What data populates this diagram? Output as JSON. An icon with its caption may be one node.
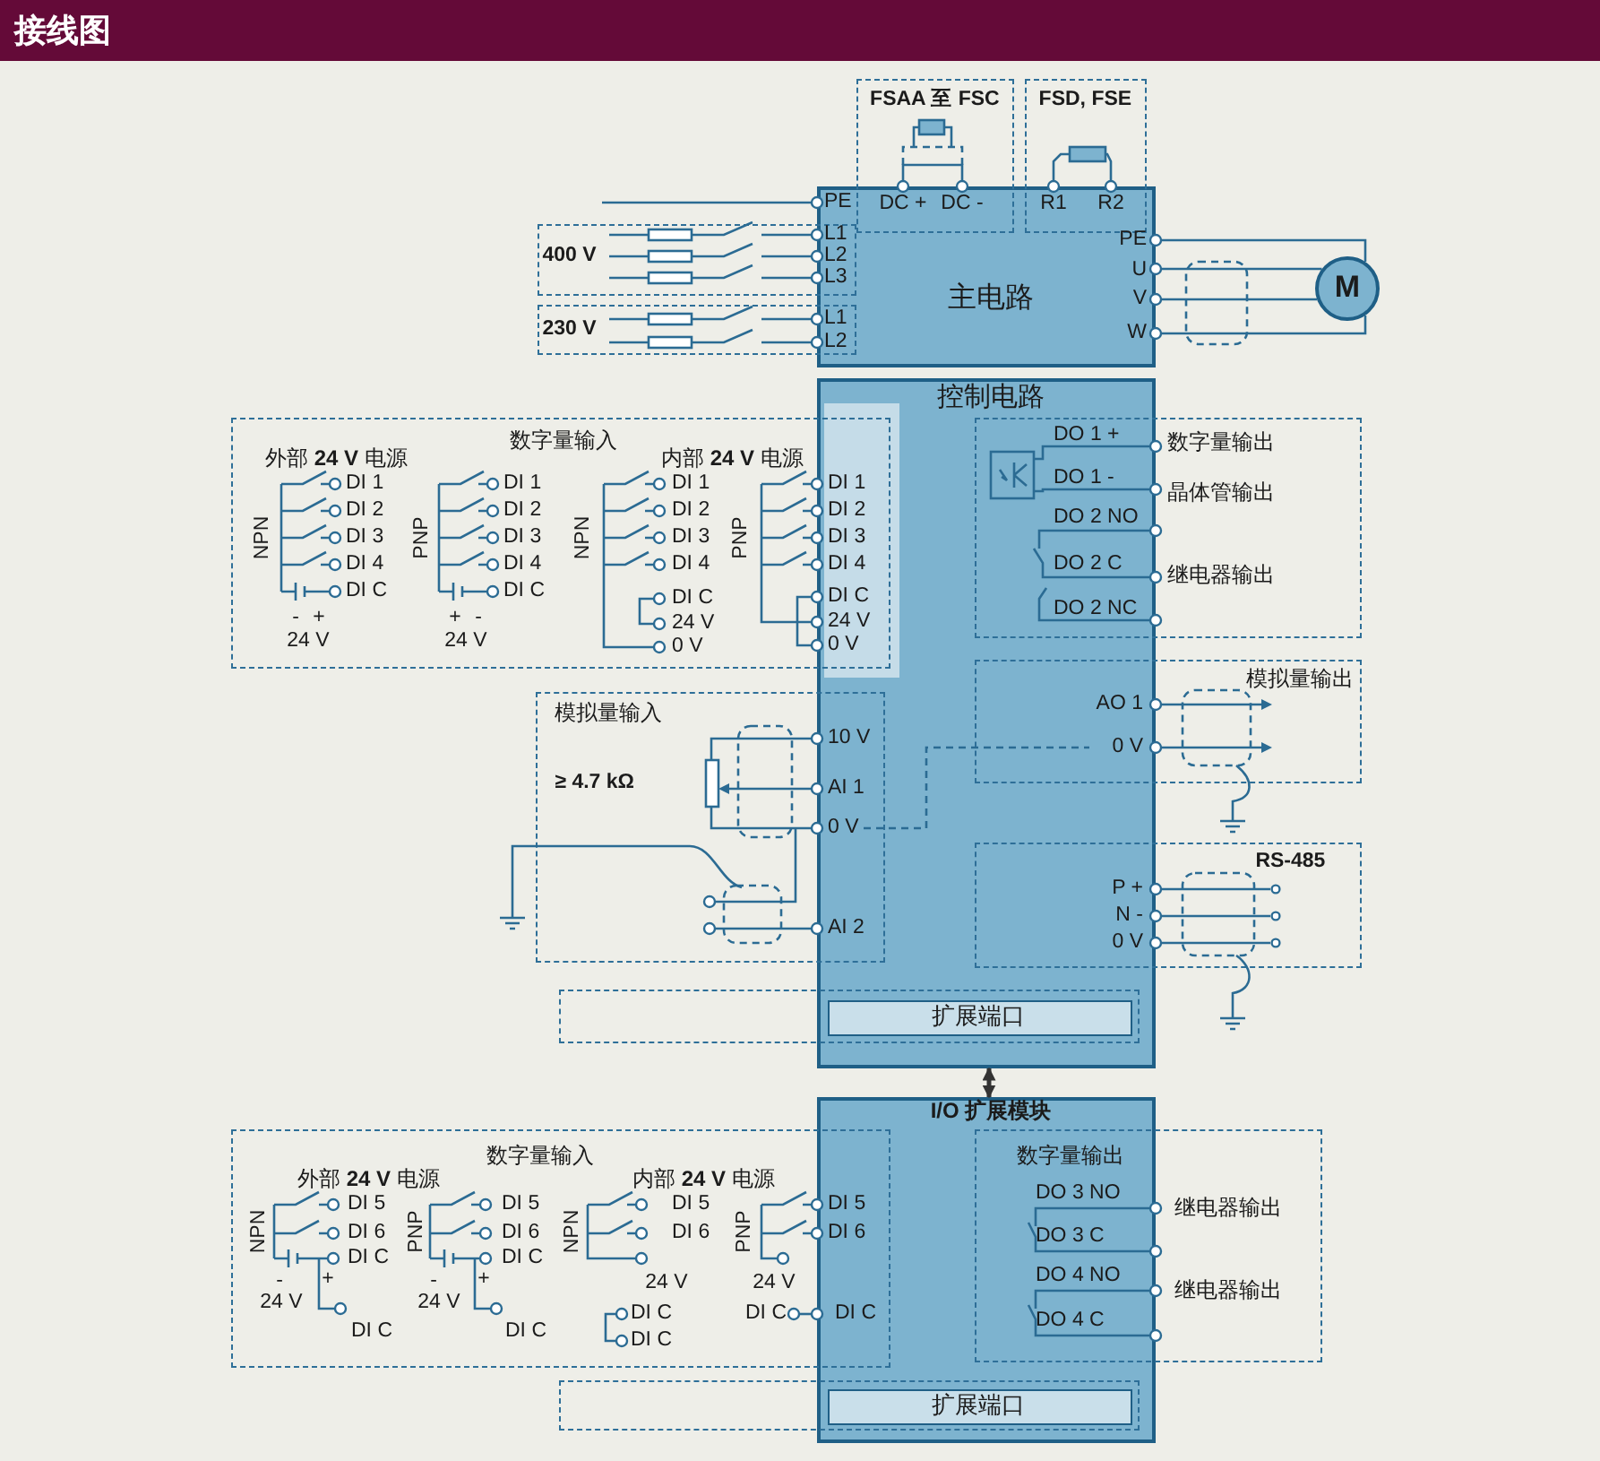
{
  "diagram": {
    "title": "接线图",
    "nodes": [
      {
        "text": [
          "主电路"
        ]
      },
      {
        "text": [
          "控制电路"
        ]
      },
      {
        "text": [
          "扩展端口"
        ]
      },
      {
        "text": [
          "I/O 扩展模块"
        ]
      },
      {
        "text": [
          "扩展端口"
        ]
      },
      {
        "text": [
          "M"
        ]
      },
      {
        "text": [
          "FSAA 至 FSC"
        ]
      },
      {
        "text": [
          "FSD, FSE"
        ]
      },
      {
        "text": [
          "400 V"
        ]
      },
      {
        "text": [
          "230 V"
        ]
      },
      {
        "text": [
          "数字量输入",
          "外部 **24 V** 电源",
          "内部 **24 V** 电源"
        ]
      },
      {
        "text": [
          "数字量输出",
          "晶体管输出",
          "继电器输出"
        ]
      },
      {
        "text": [
          "模拟量输入",
          "≥ 4.7 kΩ"
        ]
      },
      {
        "text": [
          "模拟量输出"
        ]
      },
      {
        "text": [
          "RS-485"
        ]
      },
      {
        "text": [],
        "shape": "box"
      },
      {
        "text": [
          "数字量输入",
          "外部 **24 V** 电源",
          "内部 **24 V** 电源"
        ]
      },
      {
        "text": [
          "数字量输出",
          "继电器输出",
          "继电器输出"
        ]
      },
      {
        "text": [],
        "shape": "box"
      }
    ],
    "edges": [
      {
        "from": 0,
        "to": 5,
        "arrow": "other"
      },
      {
        "from": 0,
        "to": 5,
        "arrow": "other"
      },
      {
        "from": 0,
        "to": 5,
        "arrow": "other"
      },
      {
        "from": 0,
        "to": 5,
        "arrow": "other"
      },
      {
        "from": 1,
        "to": 3,
        "arrow": "both",
        "color": "#333333"
      }
    ],
    "labels": [
      "PE",
      "DC +",
      "DC -",
      "R1",
      "R2",
      "L1",
      "L2",
      "L3",
      "L1",
      "L2",
      "PE",
      "U",
      "V",
      "W",
      "NPN",
      "DI 1",
      "DI 2",
      "DI 3",
      "DI 4",
      "DI C",
      "-",
      "+",
      "24 V",
      "PNP",
      "DI 1",
      "DI 2",
      "DI 3",
      "DI 4",
      "DI C",
      "+",
      "-",
      "24 V",
      "NPN",
      "DI 1",
      "DI 2",
      "DI 3",
      "DI 4",
      "DI C",
      "24 V",
      "0 V",
      "PNP",
      "DI 1",
      "DI 2",
      "DI 3",
      "DI 4",
      "DI C",
      "24 V",
      "0 V",
      "DO 1 +",
      "DO 1 -",
      "DO 2 NO",
      "DO 2 C",
      "DO 2 NC",
      "10 V",
      "AI 1",
      "0 V",
      "AI 2",
      "AO 1",
      "0 V",
      "P +",
      "N -",
      "0 V",
      "NPN",
      "DI 5",
      "DI 6",
      "DI C",
      "-",
      "+",
      "24 V",
      "DI C",
      "PNP",
      "DI 5",
      "DI 6",
      "DI C",
      "-",
      "+",
      "24 V",
      "DI C",
      "NPN",
      "DI 5",
      "DI 6",
      "24 V",
      "DI C",
      "DI C",
      "PNP",
      "DI 5",
      "DI 6",
      "24 V",
      "DI C",
      "DI C",
      "DO 3 NO",
      "DO 3 C",
      "DO 4 NO",
      "DO 4 C"
    ]
  }
}
